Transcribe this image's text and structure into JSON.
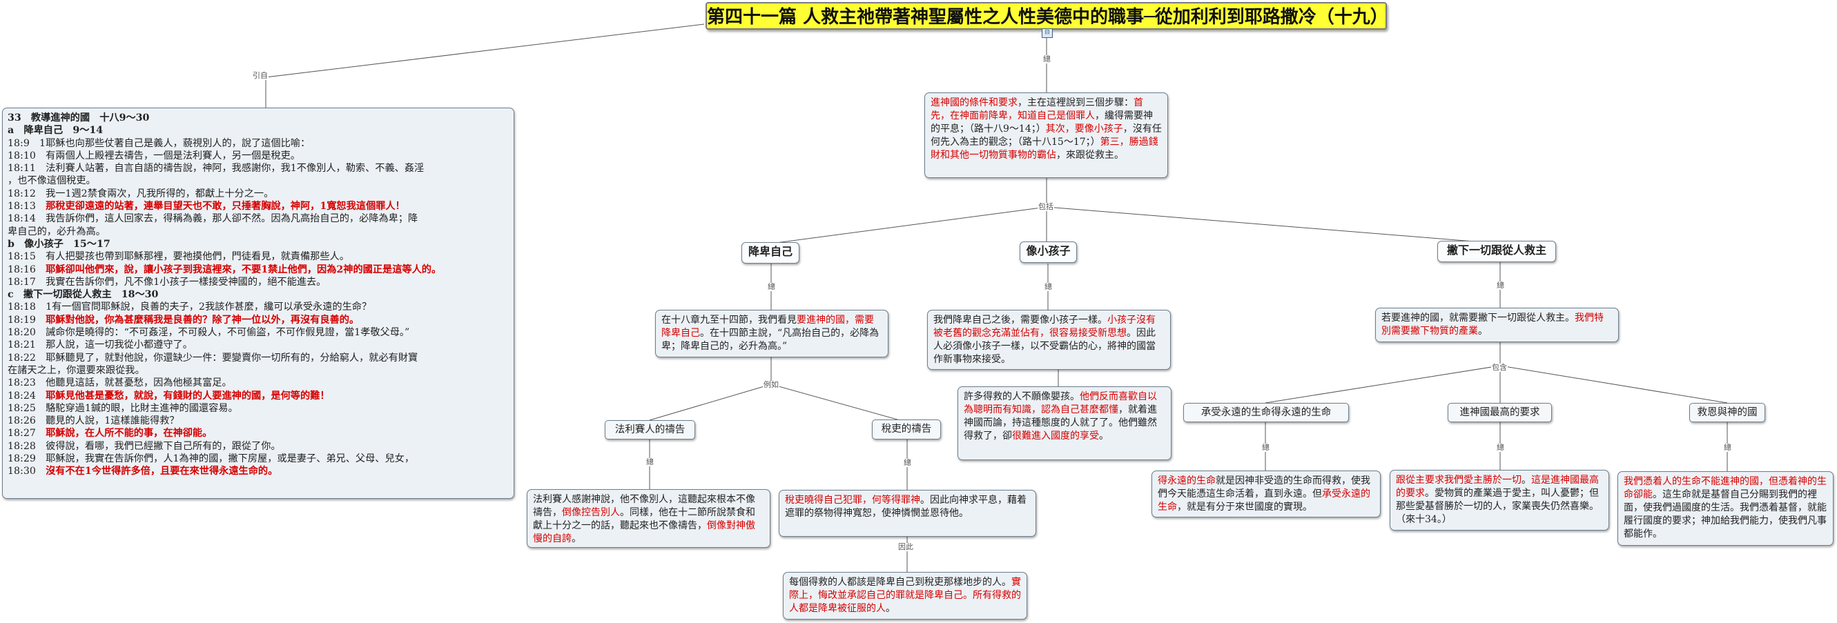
{
  "title": "第四十一篇 人救主祂帶著神聖屬性之人性美德中的職事─從加利利到耶路撒冷（十九）",
  "labels": {
    "intro": "引自",
    "summary": "總",
    "includes": "包括",
    "total1": "總",
    "total2": "總",
    "total3": "總",
    "example": "例如",
    "total_p": "總",
    "total_t": "總",
    "therefore": "因此",
    "includes2": "包含",
    "total_a": "總",
    "total_b": "總",
    "total_c": "總"
  },
  "outline": {
    "lines": [
      {
        "segs": [
          {
            "t": "33　教導進神的國　十八9～30",
            "c": "b"
          }
        ]
      },
      {
        "segs": [
          {
            "t": "a　降卑自己　9～14",
            "c": "b"
          }
        ]
      },
      {
        "segs": [
          {
            "t": "18:9　1耶穌也向那些仗著自己是義人，藐視別人的，說了這個比喻：",
            "c": ""
          }
        ]
      },
      {
        "segs": [
          {
            "t": "18:10　有兩個人上殿裡去禱告，一個是法利賽人，另一個是稅吏。",
            "c": ""
          }
        ]
      },
      {
        "segs": [
          {
            "t": "18:11　法利賽人站著，自言自語的禱告說，神阿，我感謝你，我1不像別人，勒索、不義、姦淫",
            "c": ""
          }
        ]
      },
      {
        "segs": [
          {
            "t": "，也不像這個稅吏。",
            "c": ""
          }
        ]
      },
      {
        "segs": [
          {
            "t": "18:12　我一1週2禁食兩次，凡我所得的，都獻上十分之一。",
            "c": ""
          }
        ]
      },
      {
        "segs": [
          {
            "t": "18:13　",
            "c": ""
          },
          {
            "t": "那稅吏卻遠遠的站著，連舉目望天也不敢，只捶著胸說，神阿，1寬恕我這個罪人！",
            "c": "rb"
          }
        ]
      },
      {
        "segs": [
          {
            "t": "18:14　我告訴你們，這人回家去，得稱為義，那人卻不然。因為凡高抬自己的，必降為卑；降",
            "c": ""
          }
        ]
      },
      {
        "segs": [
          {
            "t": "卑自己的，必升為高。",
            "c": ""
          }
        ]
      },
      {
        "segs": [
          {
            "t": "b　像小孩子　15～17",
            "c": "b"
          }
        ]
      },
      {
        "segs": [
          {
            "t": "18:15　有人把嬰孩也帶到耶穌那裡，要祂摸他們，門徒看見，就責備那些人。",
            "c": ""
          }
        ]
      },
      {
        "segs": [
          {
            "t": "18:16　",
            "c": ""
          },
          {
            "t": "耶穌卻叫他們來，說，讓小孩子到我這裡來，不要1禁止他們，因為2神的國正是這等人的。",
            "c": "rb"
          }
        ]
      },
      {
        "segs": [
          {
            "t": "18:17　我實在告訴你們，凡不像1小孩子一樣接受神國的，絕不能進去。",
            "c": ""
          }
        ]
      },
      {
        "segs": [
          {
            "t": "c　撇下一切跟從人救主　18～30",
            "c": "b"
          }
        ]
      },
      {
        "segs": [
          {
            "t": "18:18　1有一個官問耶穌說，良善的夫子，2我該作甚麼，纔可以承受永遠的生命？",
            "c": ""
          }
        ]
      },
      {
        "segs": [
          {
            "t": "18:19　",
            "c": ""
          },
          {
            "t": "耶穌對他說，你為甚麼稱我是良善的？除了神一位以外，再沒有良善的。",
            "c": "rb"
          }
        ]
      },
      {
        "segs": [
          {
            "t": "18:20　誡命你是曉得的：“不可姦淫，不可殺人，不可偷盜，不可作假見證，當1孝敬父母。”",
            "c": ""
          }
        ]
      },
      {
        "segs": [
          {
            "t": "18:21　那人說，這一切我從小都遵守了。",
            "c": ""
          }
        ]
      },
      {
        "segs": [
          {
            "t": "18:22　耶穌聽見了，就對他說，你還缺少一件：要變賣你一切所有的，分給窮人，就必有財寶",
            "c": ""
          }
        ]
      },
      {
        "segs": [
          {
            "t": "在諸天之上，你還要來跟從我。",
            "c": ""
          }
        ]
      },
      {
        "segs": [
          {
            "t": "18:23　他聽見這話，就甚憂愁，因為他極其富足。",
            "c": ""
          }
        ]
      },
      {
        "segs": [
          {
            "t": "18:24　",
            "c": ""
          },
          {
            "t": "耶穌見他甚是憂愁，就說，有錢財的人要進神的國，是何等的難！",
            "c": "rb"
          }
        ]
      },
      {
        "segs": [
          {
            "t": "18:25　駱駝穿過1鍼的眼，比財主進神的國還容易。",
            "c": ""
          }
        ]
      },
      {
        "segs": [
          {
            "t": "18:26　聽見的人說，1這樣誰能得救？",
            "c": ""
          }
        ]
      },
      {
        "segs": [
          {
            "t": "18:27　",
            "c": ""
          },
          {
            "t": "耶穌說，在人所不能的事，在神卻能。",
            "c": "rb"
          }
        ]
      },
      {
        "segs": [
          {
            "t": "18:28　彼得說，看哪，我們已經撇下自己所有的，跟從了你。",
            "c": ""
          }
        ]
      },
      {
        "segs": [
          {
            "t": "18:29　耶穌說，我實在告訴你們，人1為神的國，撇下房屋，或是妻子、弟兄、父母、兒女，",
            "c": ""
          }
        ]
      },
      {
        "segs": [
          {
            "t": "18:30　",
            "c": ""
          },
          {
            "t": "沒有不在1今世得許多倍，且要在來世得永遠生命的。",
            "c": "rb"
          }
        ]
      }
    ]
  },
  "summary": {
    "segs": [
      {
        "t": "進神國的條件和要求",
        "c": "r"
      },
      {
        "t": "，主在這裡說到三個步驟：",
        "c": ""
      },
      {
        "t": "首先，在神面前降卑，知道自己是個罪人",
        "c": "r"
      },
      {
        "t": "，纔得需要神的平息；（路十八9～14；）",
        "c": ""
      },
      {
        "t": "其次，要像小孩子",
        "c": "r"
      },
      {
        "t": "，沒有任何先入為主的觀念；（路十八15～17；）",
        "c": ""
      },
      {
        "t": "第三，勝過錢財和其他一切物質事物的霸佔",
        "c": "r"
      },
      {
        "t": "，來跟從救主。",
        "c": ""
      }
    ]
  },
  "steps": {
    "humble": "降卑自己",
    "child": "像小孩子",
    "forsake": "撇下一切跟從人救主"
  },
  "humble_desc": {
    "segs": [
      {
        "t": "在十八章九至十四節，我們看見",
        "c": ""
      },
      {
        "t": "要進神的國，需要降卑自己",
        "c": "r"
      },
      {
        "t": "。在十四節主說，“凡高抬自己的，必降為卑；降卑自己的，必升為高。”",
        "c": ""
      }
    ]
  },
  "pharisee_title": "法利賽人的禱告",
  "publican_title": "稅吏的禱告",
  "pharisee_desc": {
    "segs": [
      {
        "t": "法利賽人感謝神說，他不像別人，這聽起來根本不像禱告，",
        "c": ""
      },
      {
        "t": "倒像控告別人",
        "c": "r"
      },
      {
        "t": "。同樣，他在十二節所說禁食和獻上十分之一的話，聽起來也不像禱告，",
        "c": ""
      },
      {
        "t": "倒像對神傲慢的自誇",
        "c": "r"
      },
      {
        "t": "。",
        "c": ""
      }
    ]
  },
  "publican_desc": {
    "segs": [
      {
        "t": "稅吏曉得自己犯罪，何等得罪神",
        "c": "r"
      },
      {
        "t": "。因此向神求平息，藉着遮罪的祭物得神寬恕，使神憐憫並恩待他。",
        "c": ""
      }
    ]
  },
  "saved_desc": {
    "segs": [
      {
        "t": "每個得救的人都該是降卑自己到稅吏那樣地步的人。",
        "c": ""
      },
      {
        "t": "實際上，悔改並承認自己的罪就是降卑自己。所有得救的人都是降卑被征服的人",
        "c": "r"
      },
      {
        "t": "。",
        "c": ""
      }
    ]
  },
  "child_desc": {
    "segs": [
      {
        "t": "我們降卑自己之後，需要像小孩子一樣。",
        "c": ""
      },
      {
        "t": "小孩子沒有被老舊的觀念充滿並佔有，很容易接受新思想",
        "c": "r"
      },
      {
        "t": "。因此人必須像小孩子一樣，以不受霸佔的心，將神的國當作新事物來接受。",
        "c": ""
      }
    ]
  },
  "child_desc2": {
    "segs": [
      {
        "t": "許多得救的人不願像嬰孩。",
        "c": ""
      },
      {
        "t": "他們反而喜歡自以為聰明而有知識，認為自己甚麼都懂",
        "c": "r"
      },
      {
        "t": "，就着進神國而論，持這種態度的人就了了。他們雖然得救了，卻",
        "c": ""
      },
      {
        "t": "很難進入國度的享受",
        "c": "r"
      },
      {
        "t": "。",
        "c": ""
      }
    ]
  },
  "forsake_desc": {
    "segs": [
      {
        "t": "若要進神的國，就需要撇下一切跟從人救主。",
        "c": ""
      },
      {
        "t": "我們特別需要撇下物質的產業",
        "c": "r"
      },
      {
        "t": "。",
        "c": ""
      }
    ]
  },
  "sub": {
    "life": "承受永遠的生命得永遠的生命",
    "highest": "進神國最高的要求",
    "grace": "救恩與神的國"
  },
  "life_desc": {
    "segs": [
      {
        "t": "得永遠的生命",
        "c": "r"
      },
      {
        "t": "就是因神非受造的生命而得救，使我們今天能憑這生命活着，直到永遠。但",
        "c": ""
      },
      {
        "t": "承受永遠的生命",
        "c": "r"
      },
      {
        "t": "，就是有分于來世國度的實現。",
        "c": ""
      }
    ]
  },
  "highest_desc": {
    "segs": [
      {
        "t": "跟從主要求我們愛主勝於一切",
        "c": "r"
      },
      {
        "t": "。",
        "c": ""
      },
      {
        "t": "這是進神國最高的要求",
        "c": "r"
      },
      {
        "t": "。愛物質的產業過于愛主，叫人憂鬱；但那些愛基督勝於一切的人，家業喪失仍然喜樂。（來十34。）",
        "c": ""
      }
    ]
  },
  "grace_desc": {
    "segs": [
      {
        "t": "我們憑着人的生命不能進神的國，但憑着神的生命卻能",
        "c": "r"
      },
      {
        "t": "。這生命就是基督自己分賜到我們的裡面，使我們過國度的生活。我們憑着基督，就能履行國度的要求；神加給我們能力，使我們凡事都能作。",
        "c": ""
      }
    ]
  }
}
